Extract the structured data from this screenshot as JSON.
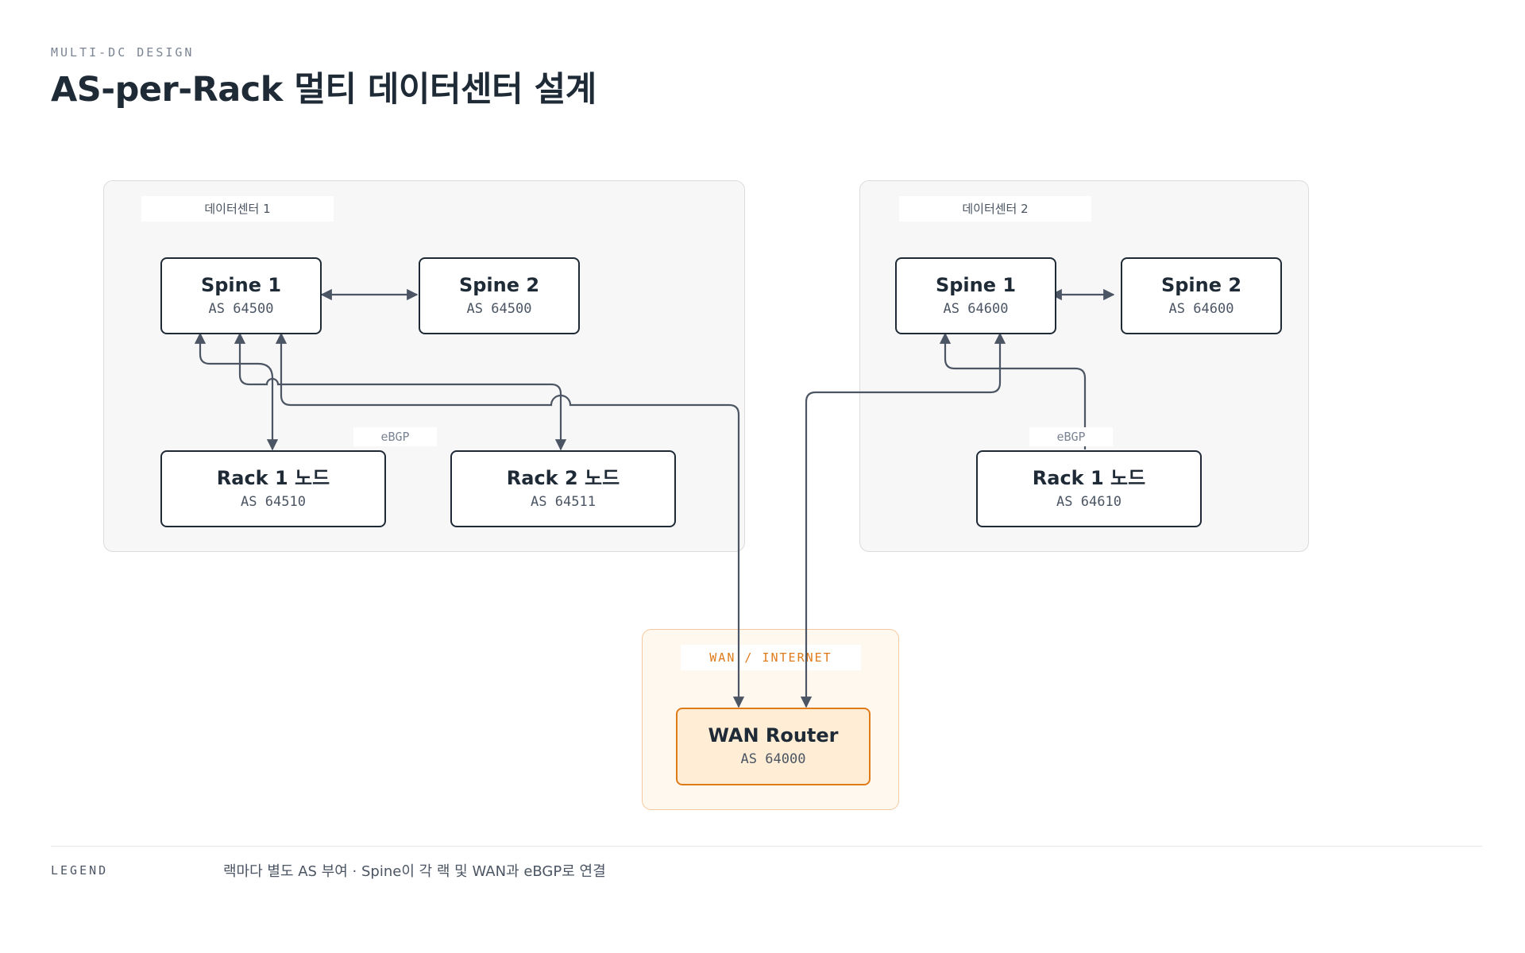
{
  "header": {
    "eyebrow": "MULTI-DC DESIGN",
    "title": "AS-per-Rack 멀티 데이터센터 설계"
  },
  "clusters": {
    "dc1": {
      "label": "데이터센터 1"
    },
    "dc2": {
      "label": "데이터센터 2"
    },
    "wan": {
      "label": "WAN / INTERNET"
    }
  },
  "nodes": {
    "dc1_spine1": {
      "name": "Spine 1",
      "as": "AS 64500"
    },
    "dc1_spine2": {
      "name": "Spine 2",
      "as": "AS 64500"
    },
    "dc1_rack1": {
      "name": "Rack 1 노드",
      "as": "AS 64510"
    },
    "dc1_rack2": {
      "name": "Rack 2 노드",
      "as": "AS 64511"
    },
    "dc2_spine1": {
      "name": "Spine 1",
      "as": "AS 64600"
    },
    "dc2_spine2": {
      "name": "Spine 2",
      "as": "AS 64600"
    },
    "dc2_rack1": {
      "name": "Rack 1 노드",
      "as": "AS 64610"
    },
    "wan_router": {
      "name": "WAN Router",
      "as": "AS 64000"
    }
  },
  "edge_labels": {
    "dc1": "eBGP",
    "dc2": "eBGP"
  },
  "colors": {
    "edge": "#4b5563",
    "node_border": "#1f2a37",
    "wan_accent": "#e07b1a",
    "wan_fill": "#ffedd5"
  },
  "legend": {
    "label": "LEGEND",
    "text": "랙마다 별도 AS 부여 · Spine이 각 랙 및 WAN과 eBGP로 연결"
  }
}
